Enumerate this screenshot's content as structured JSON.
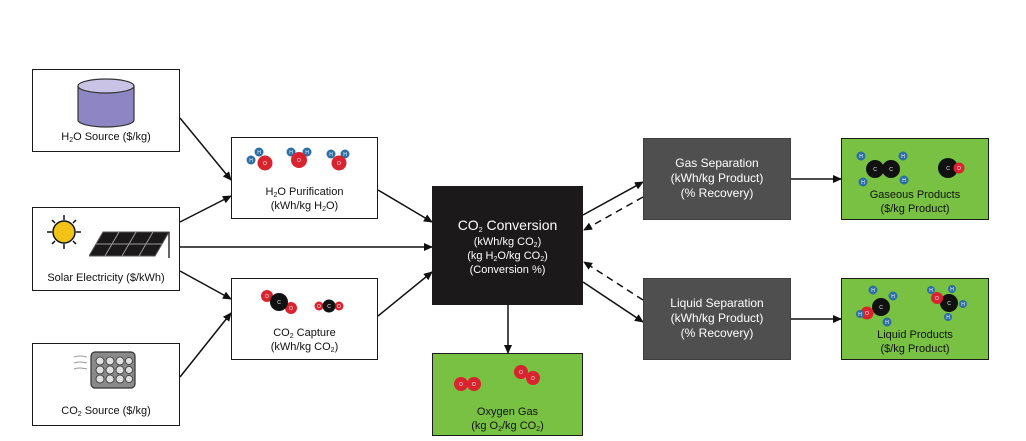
{
  "nodes": {
    "h2o_source": {
      "pre": "H",
      "sub": "2",
      "post": "O Source ($/kg)"
    },
    "solar": {
      "label": "Solar Electricity ($/kWh)"
    },
    "co2_source": {
      "pre": "CO",
      "sub": "2",
      "post": " Source ($/kg)"
    },
    "h2o_purification": {
      "title_pre": "H",
      "title_sub": "2",
      "title_post": "O Purification",
      "unit_pre": "(kWh/kg H",
      "unit_sub": "2",
      "unit_post": "O)"
    },
    "co2_capture": {
      "title_pre": "CO",
      "title_sub": "2",
      "title_post": " Capture",
      "unit_pre": "(kWh/kg CO",
      "unit_sub": "2",
      "unit_post": ")"
    },
    "co2_conversion": {
      "title_pre": "CO",
      "title_sub": "2",
      "title_post": " Conversion",
      "l1_pre": "(kWh/kg CO",
      "l1_sub": "2",
      "l1_post": ")",
      "l2_pre": "(kg H",
      "l2_sub": "2",
      "l2_mid": "O/kg CO",
      "l2_sub2": "2",
      "l2_post": ")",
      "l3": "(Conversion %)"
    },
    "oxygen": {
      "title": "Oxygen Gas",
      "unit_pre": "(kg O",
      "unit_sub": "2",
      "unit_mid": "/kg CO",
      "unit_sub2": "2",
      "unit_post": ")"
    },
    "gas_separation": {
      "l1": "Gas Separation",
      "l2": "(kWh/kg Product)",
      "l3": "(% Recovery)"
    },
    "liquid_separation": {
      "l1": "Liquid Separation",
      "l2": "(kWh/kg Product)",
      "l3": "(% Recovery)"
    },
    "gaseous_products": {
      "l1": "Gaseous Products",
      "l2": "($/kg Product)"
    },
    "liquid_products": {
      "l1": "Liquid Products",
      "l2": "($/kg Product)"
    }
  },
  "atoms": {
    "O": "O",
    "C": "C",
    "H": "H"
  },
  "colors": {
    "conversion": "#1b1919",
    "separation": "#4f4f4f",
    "product": "#79c143",
    "oxygen_atom": "#d9232e",
    "carbon_atom": "#111111",
    "hydrogen_atom": "#2d6ea3",
    "water": "#8e86c4",
    "sun": "#f2c317"
  }
}
